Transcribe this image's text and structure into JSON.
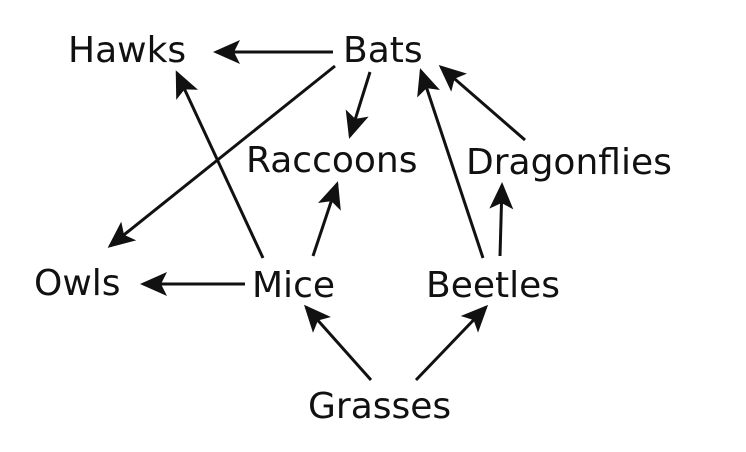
{
  "nodes": {
    "hawks": "Hawks",
    "bats": "Bats",
    "raccoons": "Raccoons",
    "dragonflies": "Dragonflies",
    "owls": "Owls",
    "mice": "Mice",
    "beetles": "Beetles",
    "grasses": "Grasses"
  },
  "edges": [
    {
      "from": "Bats",
      "to": "Hawks"
    },
    {
      "from": "Bats",
      "to": "Owls"
    },
    {
      "from": "Bats",
      "to": "Raccoons"
    },
    {
      "from": "Mice",
      "to": "Hawks"
    },
    {
      "from": "Mice",
      "to": "Raccoons"
    },
    {
      "from": "Mice",
      "to": "Owls"
    },
    {
      "from": "Beetles",
      "to": "Bats"
    },
    {
      "from": "Beetles",
      "to": "Dragonflies"
    },
    {
      "from": "Dragonflies",
      "to": "Bats"
    },
    {
      "from": "Grasses",
      "to": "Mice"
    },
    {
      "from": "Grasses",
      "to": "Beetles"
    }
  ],
  "colors": {
    "ink": "#111111",
    "background": "#ffffff"
  }
}
